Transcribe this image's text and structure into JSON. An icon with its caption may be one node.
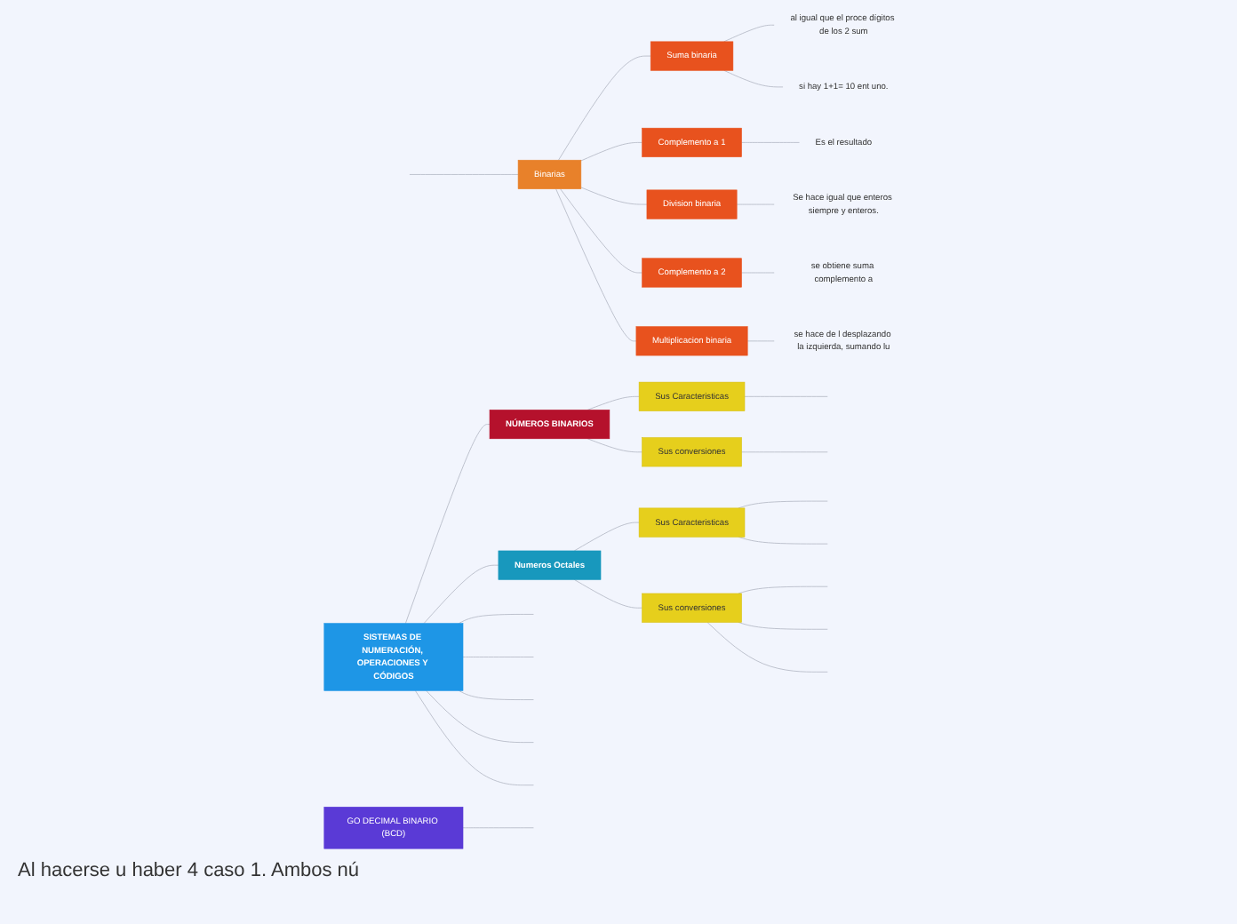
{
  "diagram": {
    "nodes": [
      {
        "text": [
          "SISTEMAS DE NUMERACIÓN, OPERACIONES Y CÓDIGOS"
        ]
      },
      {
        "text": [
          "NÚMEROS BINARIOS"
        ]
      },
      {
        "text": [
          "Sus Caracteristicas"
        ]
      },
      {
        "text": [
          "Sus conversiones"
        ]
      },
      {
        "text": [
          "Numeros Octales"
        ]
      },
      {
        "text": [
          "Sus Caracteristicas"
        ]
      },
      {
        "text": [
          "Sus conversiones"
        ]
      },
      {
        "text": [
          "Binarias"
        ]
      },
      {
        "text": [
          "Suma binaria"
        ]
      },
      {
        "text": [
          "al igual que el proce dígitos de los 2 sum"
        ]
      },
      {
        "text": [
          "si hay 1+1= 10 ent uno."
        ]
      },
      {
        "text": [
          "Complemento a 1"
        ]
      },
      {
        "text": [
          "Es el resultado"
        ]
      },
      {
        "text": [
          "Division binaria"
        ]
      },
      {
        "text": [
          "Se hace igual que enteros siempre y enteros."
        ]
      },
      {
        "text": [
          "Complemento a 2"
        ]
      },
      {
        "text": [
          "se obtiene suma complemento a"
        ]
      },
      {
        "text": [
          "Multiplicacion binaria"
        ]
      },
      {
        "text": [
          "se hace de l desplazando la izquierda, sumando lu"
        ]
      },
      {
        "text": [
          "GO DECIMAL BINARIO (BCD)"
        ]
      }
    ],
    "edges": [
      {
        "from": 0,
        "to": 1,
        "arrow": "none"
      },
      {
        "from": 0,
        "to": 4,
        "arrow": "none"
      },
      {
        "from": 0,
        "to": null,
        "arrow": "none"
      },
      {
        "from": 0,
        "to": null,
        "arrow": "none"
      },
      {
        "from": 0,
        "to": null,
        "arrow": "none"
      },
      {
        "from": 0,
        "to": null,
        "arrow": "none"
      },
      {
        "from": 0,
        "to": null,
        "arrow": "none"
      },
      {
        "from": 1,
        "to": 2,
        "arrow": "none"
      },
      {
        "from": 1,
        "to": 3,
        "arrow": "none"
      },
      {
        "from": 2,
        "to": null,
        "arrow": "none"
      },
      {
        "from": 3,
        "to": null,
        "arrow": "none"
      },
      {
        "from": 4,
        "to": 5,
        "arrow": "none"
      },
      {
        "from": 4,
        "to": 6,
        "arrow": "none"
      },
      {
        "from": 5,
        "to": null,
        "arrow": "none"
      },
      {
        "from": 5,
        "to": null,
        "arrow": "none"
      },
      {
        "from": 6,
        "to": null,
        "arrow": "none"
      },
      {
        "from": 6,
        "to": null,
        "arrow": "none"
      },
      {
        "from": 6,
        "to": null,
        "arrow": "none"
      },
      {
        "from": null,
        "to": 7,
        "arrow": "none"
      },
      {
        "from": 7,
        "to": 8,
        "arrow": "none"
      },
      {
        "from": 7,
        "to": 11,
        "arrow": "none"
      },
      {
        "from": 7,
        "to": 13,
        "arrow": "none"
      },
      {
        "from": 7,
        "to": 15,
        "arrow": "none"
      },
      {
        "from": 7,
        "to": 17,
        "arrow": "none"
      },
      {
        "from": 8,
        "to": 9,
        "arrow": "none"
      },
      {
        "from": 8,
        "to": 10,
        "arrow": "none"
      },
      {
        "from": 11,
        "to": 12,
        "arrow": "none"
      },
      {
        "from": 13,
        "to": 14,
        "arrow": "none"
      },
      {
        "from": 15,
        "to": 16,
        "arrow": "none"
      },
      {
        "from": 17,
        "to": 18,
        "arrow": "none"
      },
      {
        "from": 19,
        "to": null,
        "arrow": "none"
      }
    ],
    "labels": [
      "Al hacerse u haber 4 caso 1. Ambos nú"
    ]
  }
}
